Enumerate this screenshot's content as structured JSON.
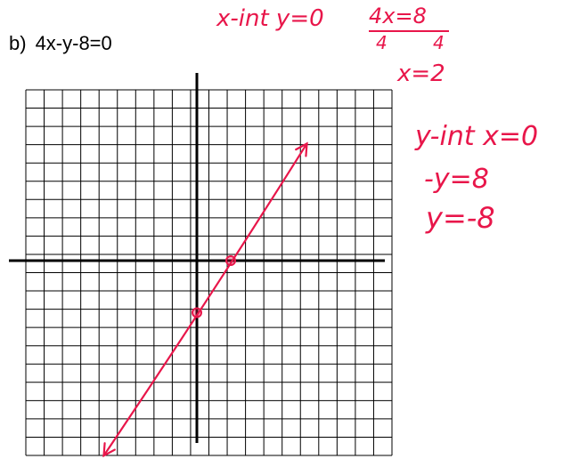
{
  "problem": {
    "label": "b)",
    "equation": "4x-y-8=0"
  },
  "notes": {
    "x_int_heading": "x-int y=0",
    "x_int_eq_num": "4x",
    "x_int_eq_rhs": "=8",
    "x_int_den_left": "4",
    "x_int_den_right": "4",
    "x_int_result": "x=2",
    "y_int_heading": "y-int x=0",
    "y_int_step1": "-y=8",
    "y_int_result": "y=-8"
  },
  "colors": {
    "ink": "#e8164a",
    "grid": "#000000"
  },
  "grid": {
    "cells": 20
  },
  "chart_data": {
    "type": "line",
    "series": [
      {
        "x": [
          -5.5,
          6.5
        ],
        "y": [
          -30,
          18
        ]
      }
    ],
    "points": [
      {
        "x": 2,
        "y": 0
      },
      {
        "x": 0,
        "y": -8
      }
    ]
  }
}
